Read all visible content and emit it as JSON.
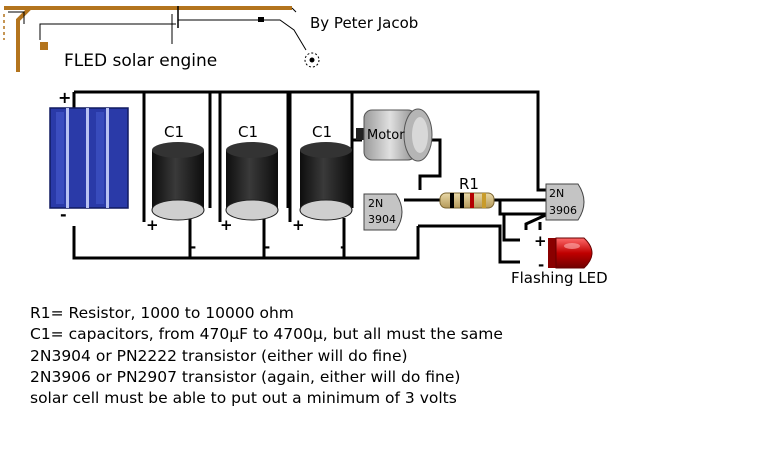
{
  "header": {
    "author": "By Peter Jacob",
    "title": "FLED solar engine"
  },
  "solar_cell": {
    "plus": "+",
    "minus": "-"
  },
  "capacitors": [
    {
      "label": "C1",
      "plus": "+",
      "minus": "-"
    },
    {
      "label": "C1",
      "plus": "+",
      "minus": "-"
    },
    {
      "label": "C1",
      "plus": "+",
      "minus": "-"
    }
  ],
  "motor": {
    "label": "Motor"
  },
  "resistor": {
    "label": "R1"
  },
  "transistor_npn": {
    "line1": "2N",
    "line2": "3904"
  },
  "transistor_pnp": {
    "line1": "2N",
    "line2": "3906"
  },
  "led": {
    "label": "Flashing LED",
    "plus": "+",
    "minus": "-"
  },
  "notes": [
    "R1= Resistor, 1000 to 10000 ohm",
    "C1= capacitors, from 470µF to 4700µ, but all must the same",
    "2N3904 or PN2222 transistor (either will do fine)",
    "2N3906 or PN2907 transistor (again, either will do fine)",
    "solar cell must be able to put out a minimum of 3 volts"
  ],
  "colors": {
    "wire": "#000000",
    "panel_blue": "#2a3aa8",
    "capacitor_body": "#1e1e1e",
    "capacitor_top": "#cfcfcf",
    "component_grey": "#c4c4c4",
    "led_red": "#b00000",
    "logo_brown": "#b3741d"
  }
}
